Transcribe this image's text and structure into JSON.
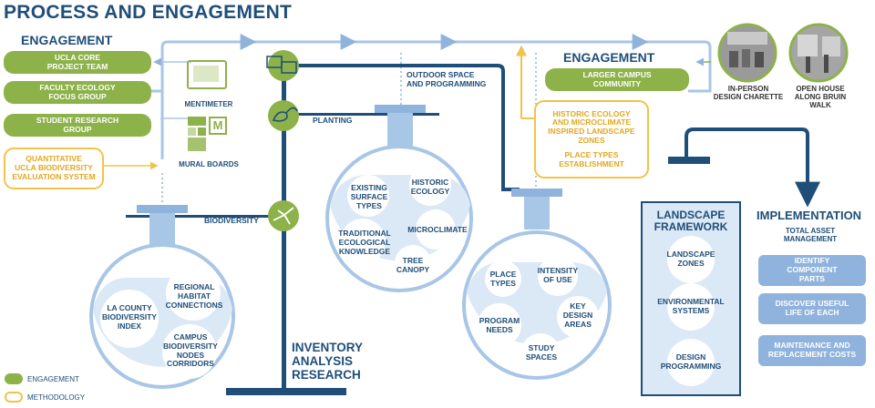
{
  "title": "PROCESS AND ENGAGEMENT",
  "left_engagement": {
    "heading": "ENGAGEMENT",
    "items": [
      "UCLA CORE\nPROJECT TEAM",
      "FACULTY ECOLOGY\nFOCUS GROUP",
      "STUDENT RESEARCH\nGROUP"
    ],
    "methodology": "QUANTITATIVE\nUCLA BIODIVERSITY\nEVALUATION SYSTEM"
  },
  "tools": {
    "mentimeter": "MENTIMETER",
    "mural": "MURAL BOARDS",
    "mural_letter": "M"
  },
  "branches": {
    "biodiversity": "BIODIVERSITY",
    "planting": "PLANTING",
    "outdoor": "OUTDOOR SPACE\nAND PROGRAMMING"
  },
  "flask1": [
    "LA COUNTY\nBIODIVERSITY\nINDEX",
    "REGIONAL\nHABITAT\nCONNECTIONS",
    "CAMPUS\nBIODIVERSITY\nNODES\nCORRIDORS"
  ],
  "flask2": [
    "EXISTING\nSURFACE\nTYPES",
    "HISTORIC\nECOLOGY",
    "TRADITIONAL\nECOLOGICAL\nKNOWLEDGE",
    "MICROCLIMATE",
    "TREE\nCANOPY"
  ],
  "flask3": [
    "PLACE\nTYPES",
    "INTENSITY\nOF USE",
    "PROGRAM\nNEEDS",
    "KEY\nDESIGN\nAREAS",
    "STUDY\nSPACES"
  ],
  "stand_label": "INVENTORY\nANALYSIS\nRESEARCH",
  "right_engagement": {
    "heading": "ENGAGEMENT",
    "item": "LARGER CAMPUS\nCOMMUNITY",
    "methodology_a": "HISTORIC ECOLOGY\nAND MICROCLIMATE\nINSPIRED LANDSCAPE\nZONES",
    "methodology_b": "PLACE TYPES\nESTABLISHMENT"
  },
  "photos": {
    "charette": "IN-PERSON\nDESIGN CHARETTE",
    "openhouse": "OPEN HOUSE\nALONG BRUIN WALK"
  },
  "framework": {
    "title": "LANDSCAPE\nFRAMEWORK",
    "items": [
      "LANDSCAPE\nZONES",
      "ENVIRONMENTAL\nSYSTEMS",
      "DESIGN\nPROGRAMMING"
    ]
  },
  "implementation": {
    "heading": "IMPLEMENTATION",
    "sub": "TOTAL ASSET\nMANAGEMENT",
    "items": [
      "IDENTIFY\nCOMPONENT\nPARTS",
      "DISCOVER USEFUL\nLIFE OF EACH",
      "MAINTENANCE AND\nREPLACEMENT COSTS"
    ]
  },
  "legend": {
    "engagement": "ENGAGEMENT",
    "methodology": "METHODOLOGY"
  },
  "colors": {
    "navy": "#1f4e79",
    "lightblue": "#a8c6e6",
    "green": "#8db24a",
    "yellow": "#f1c34a",
    "circle": "#dbe8f6"
  }
}
